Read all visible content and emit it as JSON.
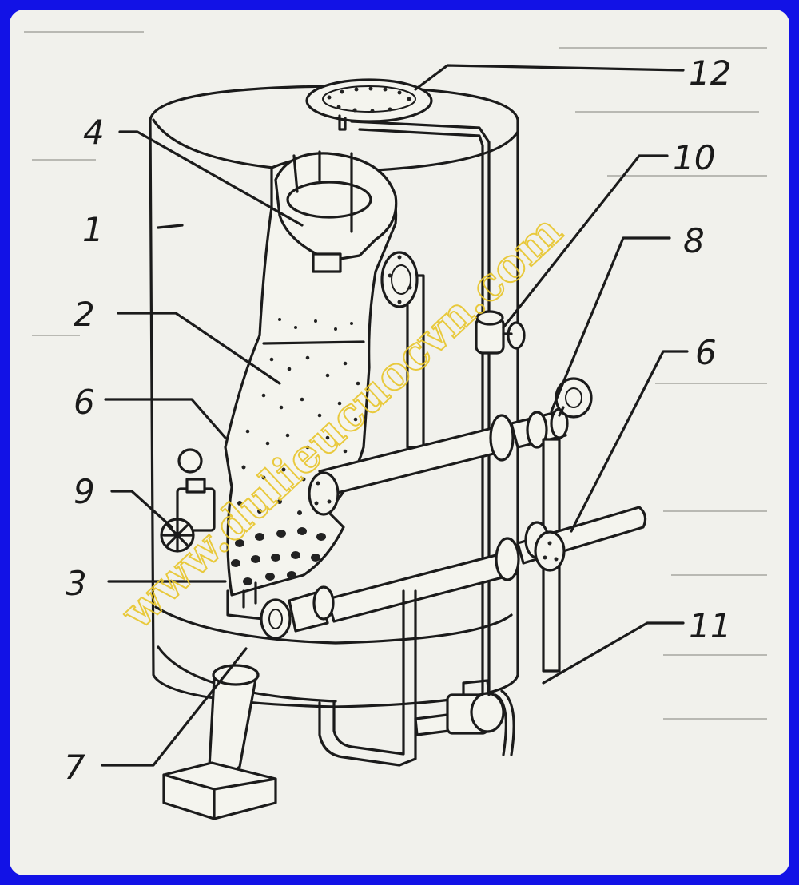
{
  "diagram": {
    "labels": [
      {
        "id": "1",
        "text": "1"
      },
      {
        "id": "2",
        "text": "2"
      },
      {
        "id": "3",
        "text": "3"
      },
      {
        "id": "4",
        "text": "4"
      },
      {
        "id": "6a",
        "text": "6"
      },
      {
        "id": "6b",
        "text": "6"
      },
      {
        "id": "7",
        "text": "7"
      },
      {
        "id": "8",
        "text": "8"
      },
      {
        "id": "9",
        "text": "9"
      },
      {
        "id": "10",
        "text": "10"
      },
      {
        "id": "11",
        "text": "11"
      },
      {
        "id": "12",
        "text": "12"
      }
    ],
    "watermark": "www.dulieucuocvn.com"
  },
  "colors": {
    "border": "#1212e6",
    "paper": "#f1f1ec",
    "ink": "#1b1b1b",
    "watermark": "#e8c52a"
  }
}
